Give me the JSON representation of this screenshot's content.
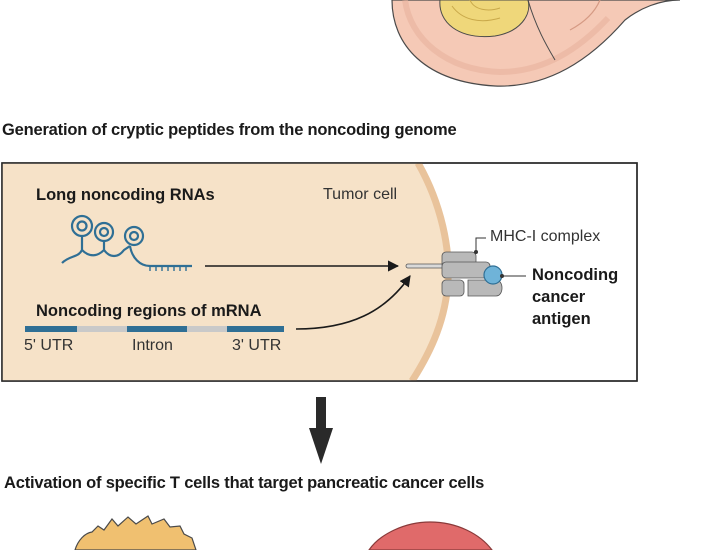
{
  "headings": {
    "section1": "Generation of cryptic peptides from the noncoding genome",
    "section2": "Activation of specific T cells that target pancreatic cancer cells"
  },
  "panel": {
    "tumor_cell_label": "Tumor cell",
    "lncrna_label": "Long noncoding RNAs",
    "mrna_label": "Noncoding regions of mRNA",
    "mrna_segments": [
      "5' UTR",
      "Intron",
      "3' UTR"
    ],
    "mhc_label": "MHC-I complex",
    "antigen_label": [
      "Noncoding",
      "cancer",
      "antigen"
    ]
  },
  "colors": {
    "cell_fill": "#f6e2c8",
    "membrane": "#e9c39b",
    "rna_blue": "#2f6f95",
    "intron_gray": "#c9c9c9",
    "mhc_gray": "#b9b9b9",
    "antigen_blue": "#6fb3d8",
    "stomach_pink": "#f5c9b6",
    "stomach_yellow": "#efd77a",
    "cell_red": "#e06a6a",
    "dc_yellow": "#f0c070"
  }
}
